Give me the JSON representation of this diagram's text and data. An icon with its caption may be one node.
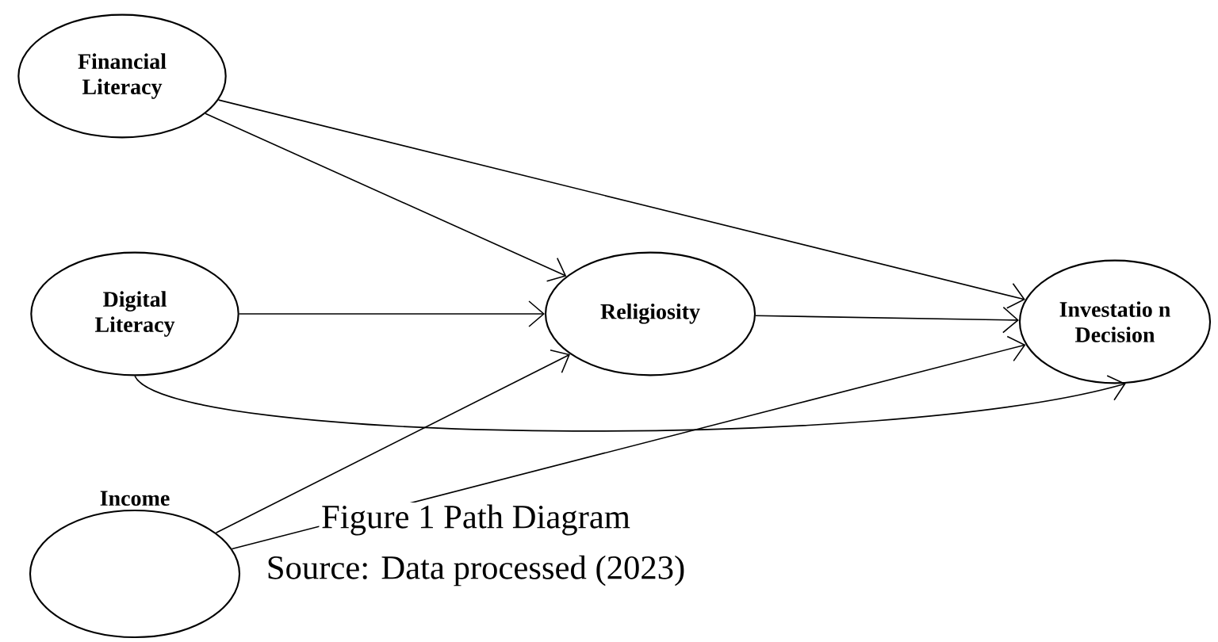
{
  "diagram": {
    "caption": "Figure 1 Path Diagram",
    "nodes": [
      {
        "text": [
          "Financial Literacy"
        ]
      },
      {
        "text": [
          "Digital Literacy"
        ]
      },
      {
        "text": [
          "Religiosity"
        ]
      },
      {
        "text": [
          "Investatio n Decision"
        ]
      },
      {
        "text": [
          "Income"
        ]
      }
    ],
    "edges": [
      {
        "from": 0,
        "to": 2,
        "arrow": "to"
      },
      {
        "from": 0,
        "to": 3,
        "arrow": "to"
      },
      {
        "from": 1,
        "to": 2,
        "arrow": "to"
      },
      {
        "from": 1,
        "to": 3,
        "arrow": "to"
      },
      {
        "from": 2,
        "to": 3,
        "arrow": "to"
      },
      {
        "from": 4,
        "to": 2,
        "arrow": "to"
      },
      {
        "from": 4,
        "to": 3,
        "arrow": "to"
      }
    ],
    "labels": [
      "Source: Data processed (2023)"
    ]
  }
}
